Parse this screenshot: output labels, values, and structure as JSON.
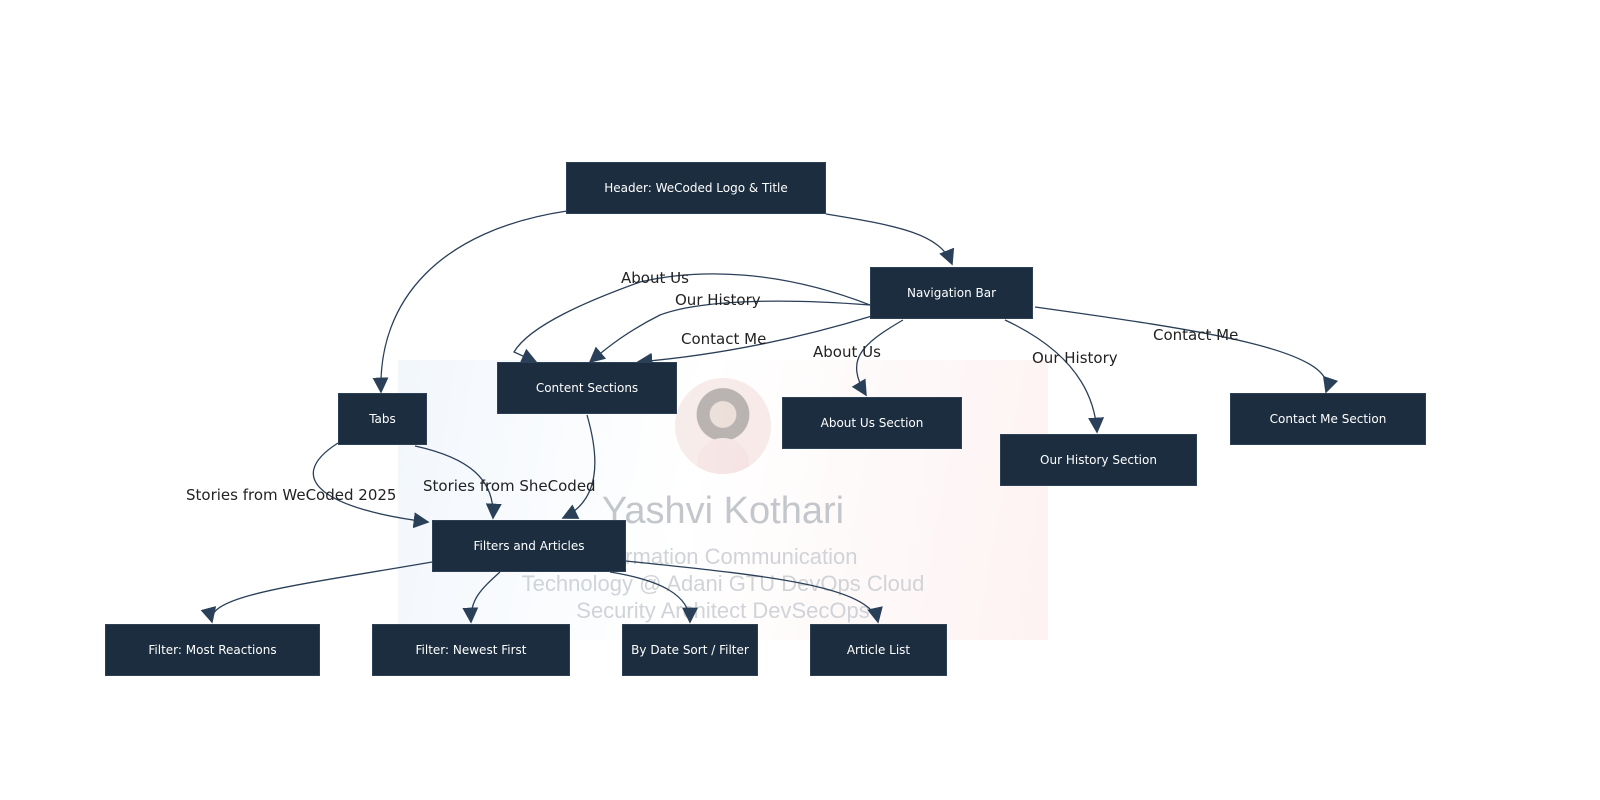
{
  "background_card": {
    "name": "Yashvi Kothari",
    "subtitle_lines": [
      "Information Communication",
      "Technology @ Adani GTU DevOps Cloud",
      "Security Architect DevSecOps"
    ]
  },
  "nodes": {
    "header": "Header: WeCoded Logo & Title",
    "nav": "Navigation Bar",
    "tabs": "Tabs",
    "content": "Content Sections",
    "about": "About Us Section",
    "history": "Our History Section",
    "contact": "Contact Me Section",
    "filters": "Filters and Articles",
    "most": "Filter: Most Reactions",
    "newest": "Filter: Newest First",
    "bydate": "By Date Sort / Filter",
    "articles": "Article List"
  },
  "edge_labels": {
    "nav_content_about": "About Us",
    "nav_content_history": "Our History",
    "nav_content_contact": "Contact Me",
    "nav_about": "About Us",
    "nav_history": "Our History",
    "nav_contact": "Contact Me",
    "tabs_filters_wecoded": "Stories from WeCoded 2025",
    "tabs_filters_shecoded": "Stories from SheCoded"
  },
  "colors": {
    "node_fill": "#1b2d3f",
    "edge": "#2a3f58",
    "text_on_node": "#ffffff"
  }
}
